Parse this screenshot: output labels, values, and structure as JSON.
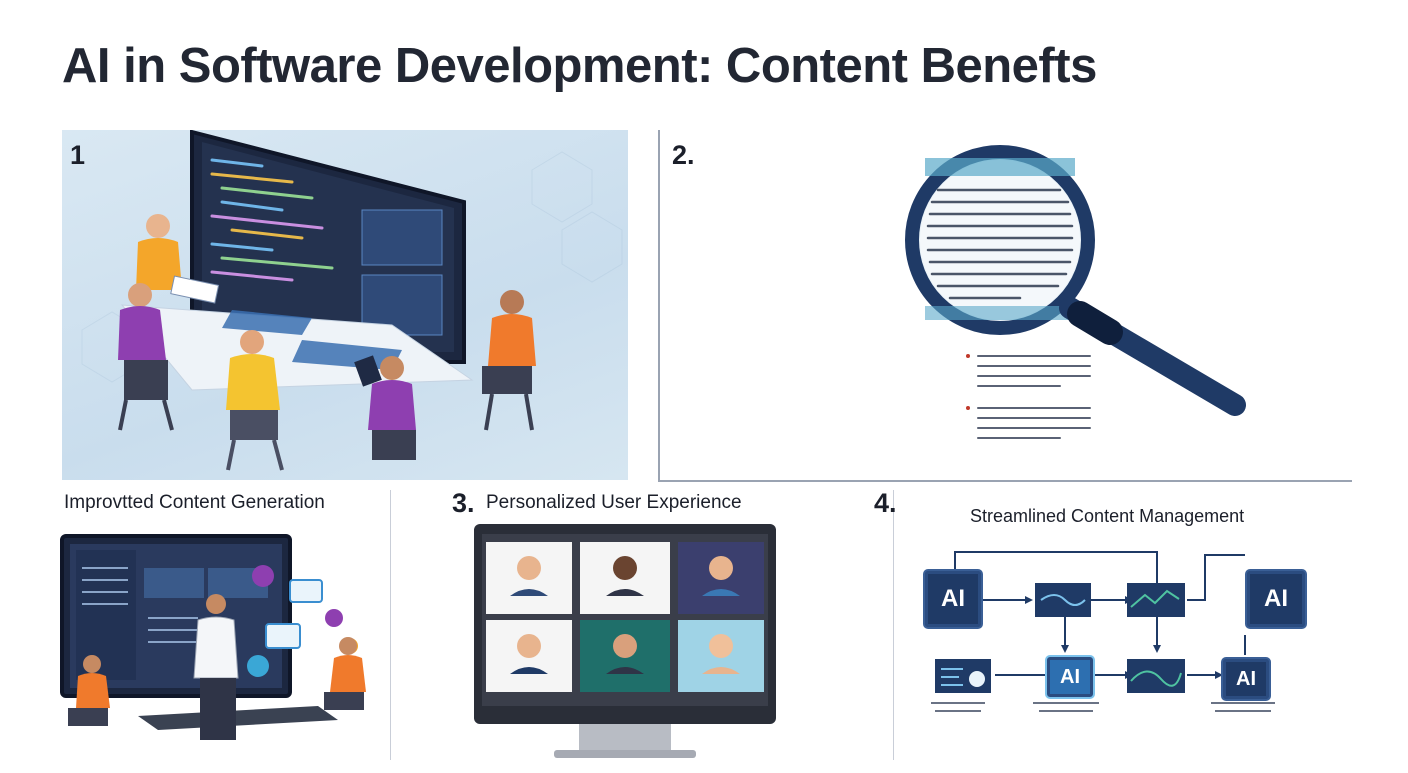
{
  "title": "AI in Software Development: Content Benefts",
  "panels": {
    "p1": {
      "number": "1"
    },
    "p2": {
      "number": "2."
    },
    "p3": {
      "number": "3.",
      "caption": "Personalized User Experience"
    },
    "p4": {
      "number": "4.",
      "caption": "Streamlined Content Management"
    },
    "p1_caption": "Improvtted Content Generation"
  },
  "flow": {
    "node1": "AI",
    "node2": "AI",
    "node3": "AI",
    "node4": "AI"
  },
  "colors": {
    "navy": "#1f3a66",
    "accent_blue": "#2d6fb0",
    "panel_bg": "#d9e8f3",
    "orange": "#f07a2c",
    "purple": "#8e3fb0",
    "yellow": "#f4c430"
  }
}
